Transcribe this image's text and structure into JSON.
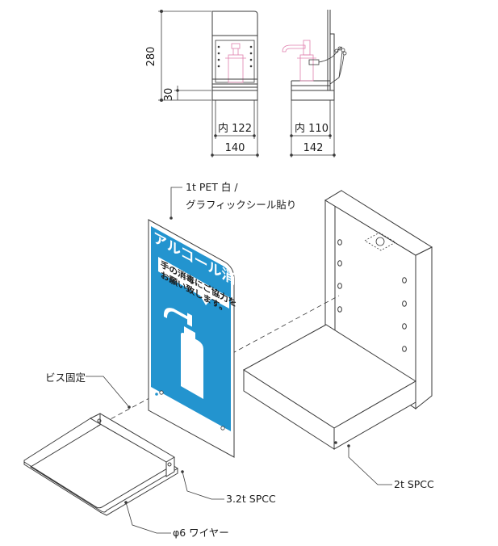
{
  "dimensions": {
    "height_total": "280",
    "height_base": "30",
    "inner_width_front": "内 122",
    "outer_width_front": "140",
    "inner_width_side": "内 110",
    "outer_width_side": "142"
  },
  "callouts": {
    "panel_material_line1": "1t PET 白 /",
    "panel_material_line2": "グラフィックシール貼り",
    "screw_fixing": "ビス固定",
    "stand_material": "2t SPCC",
    "bracket_material": "3.2t SPCC",
    "wire_material": "φ6 ワイヤー"
  },
  "sign": {
    "title": "アルコール消毒",
    "message_line1": "手の消毒にご協力を",
    "message_line2": "お願い致します。"
  },
  "colors": {
    "sign_blue": "#2394cf",
    "line": "#3a3a3a",
    "bottle_pink": "#e07fae"
  }
}
